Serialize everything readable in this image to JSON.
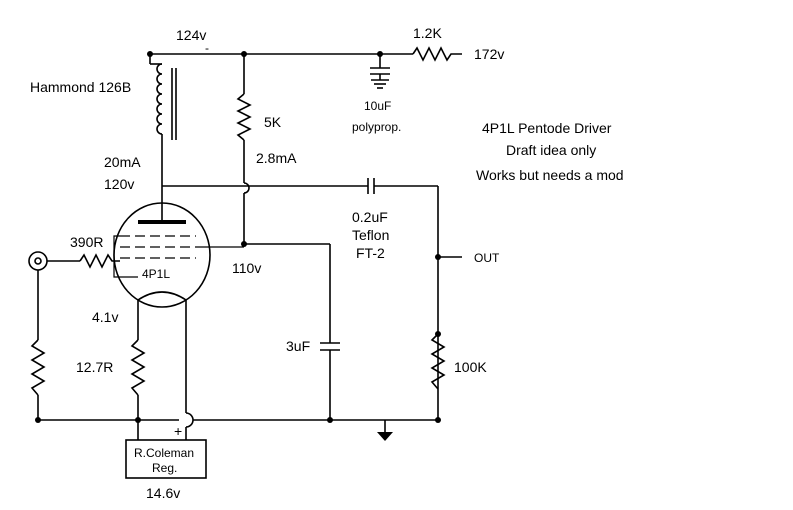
{
  "labels": {
    "top_rail_voltage": "124v",
    "supply_resistor": "1.2K",
    "supply_voltage": "172v",
    "choke": "Hammond 126B",
    "bypass_cap_value": "10uF",
    "bypass_cap_type": "polyprop.",
    "screen_resistor": "5K",
    "screen_current": "2.8mA",
    "plate_current": "20mA",
    "plate_voltage": "120v",
    "title_line1": "4P1L Pentode Driver",
    "title_line2": "Draft idea only",
    "title_line3": "Works but needs a mod",
    "grid_resistor": "390R",
    "tube": "4P1L",
    "screen_voltage": "110v",
    "coupling_cap_value": "0.2uF",
    "coupling_cap_type": "Teflon",
    "coupling_cap_model": "FT-2",
    "output": "OUT",
    "cathode_voltage": "4.1v",
    "screen_cap": "3uF",
    "cathode_resistor": "12.7R",
    "load_resistor": "100K",
    "plus_sign": "+",
    "regulator_line1": "R.Coleman",
    "regulator_line2": "Reg.",
    "filament_voltage": "14.6v",
    "minus_sign": "-"
  }
}
